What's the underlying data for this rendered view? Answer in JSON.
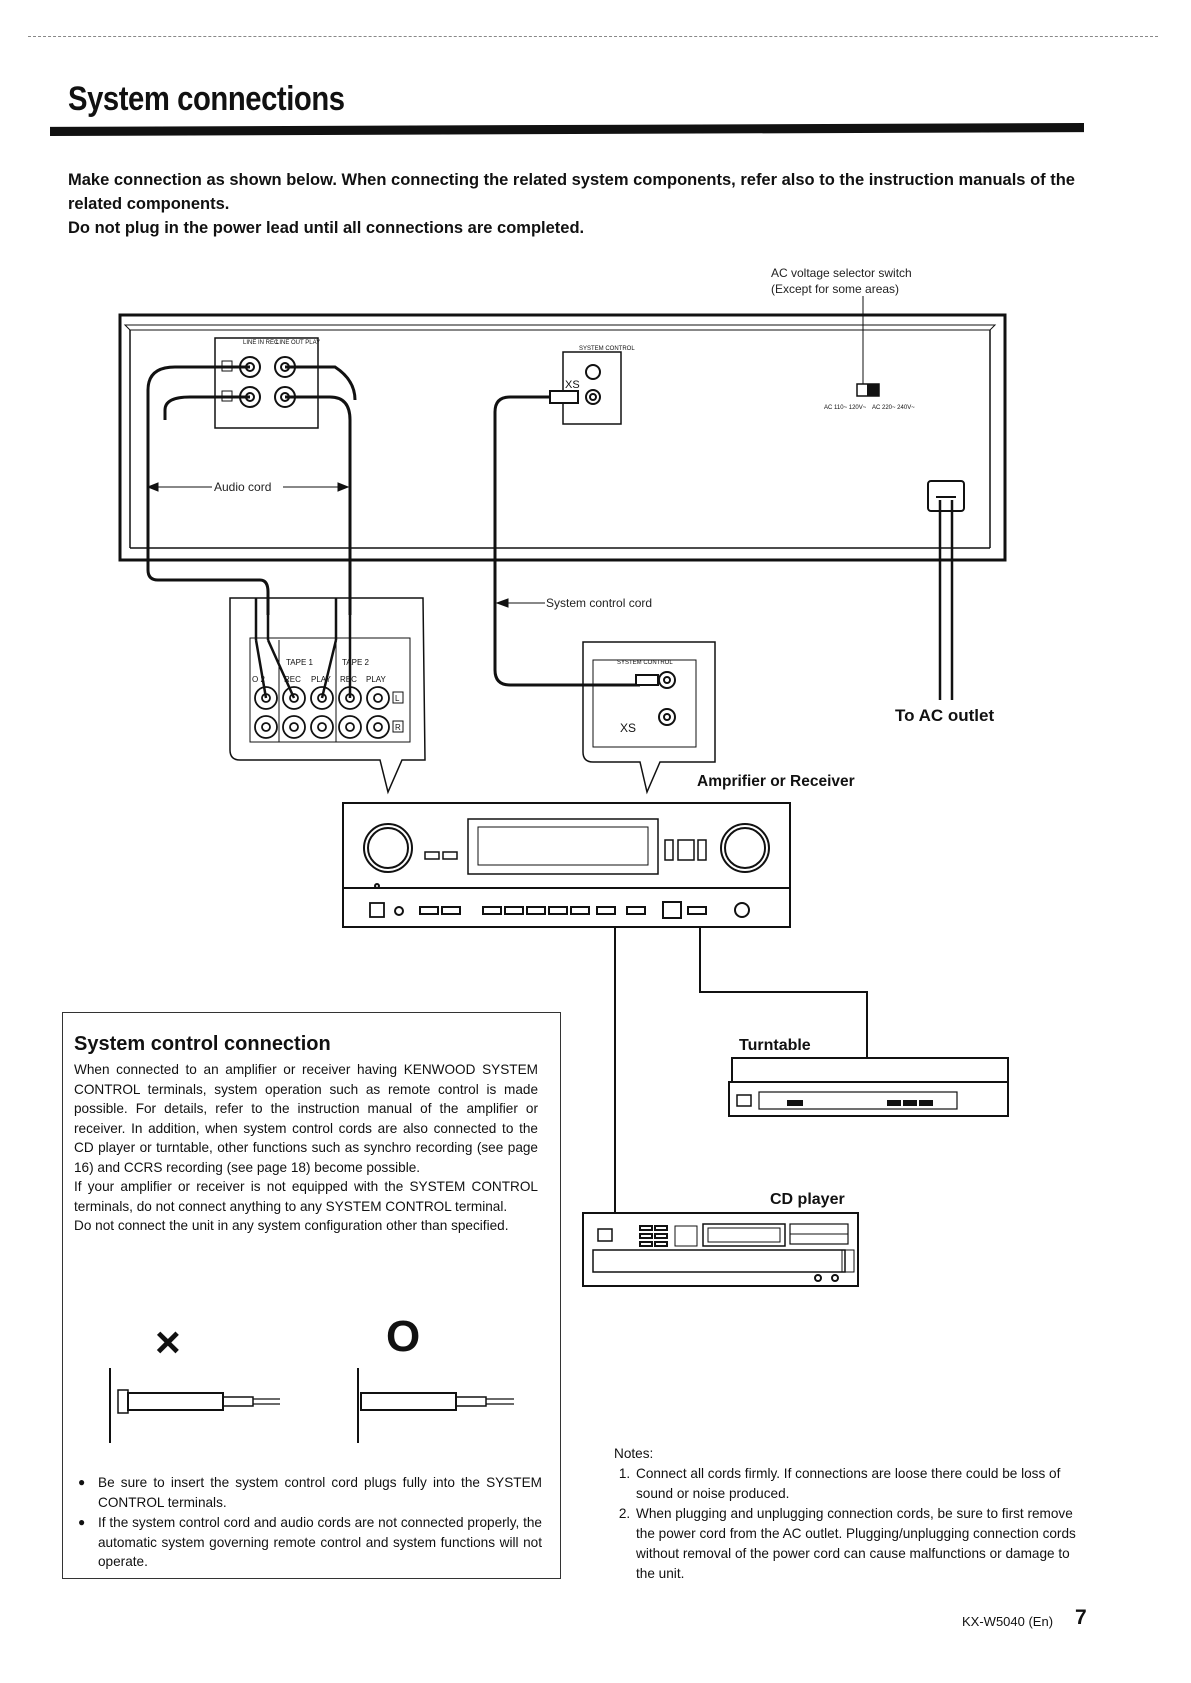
{
  "header": {
    "title": "System connections"
  },
  "intro": [
    "Make connection as shown below. When connecting the related system components, refer also to the instruction manuals of the related components.",
    "Do not plug in the power lead until all connections are completed."
  ],
  "diagram": {
    "ac_switch_label_1": "AC voltage selector switch",
    "ac_switch_label_2": "(Except for some areas)",
    "line_in_rec": "LINE IN REC",
    "line_out_play": "LINE OUT PLAY",
    "system_control": "SYSTEM CONTROL",
    "xs": "XS",
    "ac_110": "AC 110~ 120V~",
    "ac_220": "AC 220~ 240V~",
    "audio_cord": "Audio cord",
    "system_control_cord": "System control cord",
    "to_ac_outlet": "To AC outlet",
    "tape1": "TAPE 1",
    "tape2": "TAPE 2",
    "rec": "REC",
    "play": "PLAY",
    "video2": "O 2",
    "ch_l": "L",
    "ch_r": "R",
    "amplifier": "Amprifier or Receiver",
    "turntable": "Turntable",
    "cd_player": "CD player"
  },
  "system_control_connection": {
    "title": "System control connection",
    "paragraphs": [
      "When connected to an amplifier or receiver having KENWOOD SYSTEM CONTROL terminals, system operation such as remote control is made possible. For details, refer to the instruction manual of the amplifier or receiver. In addition, when system control cords are also connected to the CD player or turntable, other functions such as synchro recording (see page 16) and CCRS recording (see page 18) become possible.",
      "If your amplifier or receiver is not equipped with the SYSTEM CONTROL terminals, do not connect anything to any SYSTEM CONTROL terminal.",
      "Do not connect the unit in any system configuration other than specified."
    ],
    "wrong_mark": "×",
    "right_mark": "O",
    "bullets": [
      "Be sure to insert the system control cord plugs fully into the SYSTEM CONTROL terminals.",
      "If the system control cord and audio cords are not connected properly, the automatic system governing remote control and system functions will not operate."
    ]
  },
  "notes": {
    "heading": "Notes:",
    "items": [
      "Connect all cords firmly. If connections are loose there could be loss of sound or noise produced.",
      "When plugging and unplugging connection cords, be sure to first remove the power cord from the AC outlet. Plugging/unplugging connection cords without removal of the power cord can cause malfunctions or damage to the unit."
    ]
  },
  "footer": {
    "model": "KX-W5040 (En)",
    "page": "7"
  }
}
